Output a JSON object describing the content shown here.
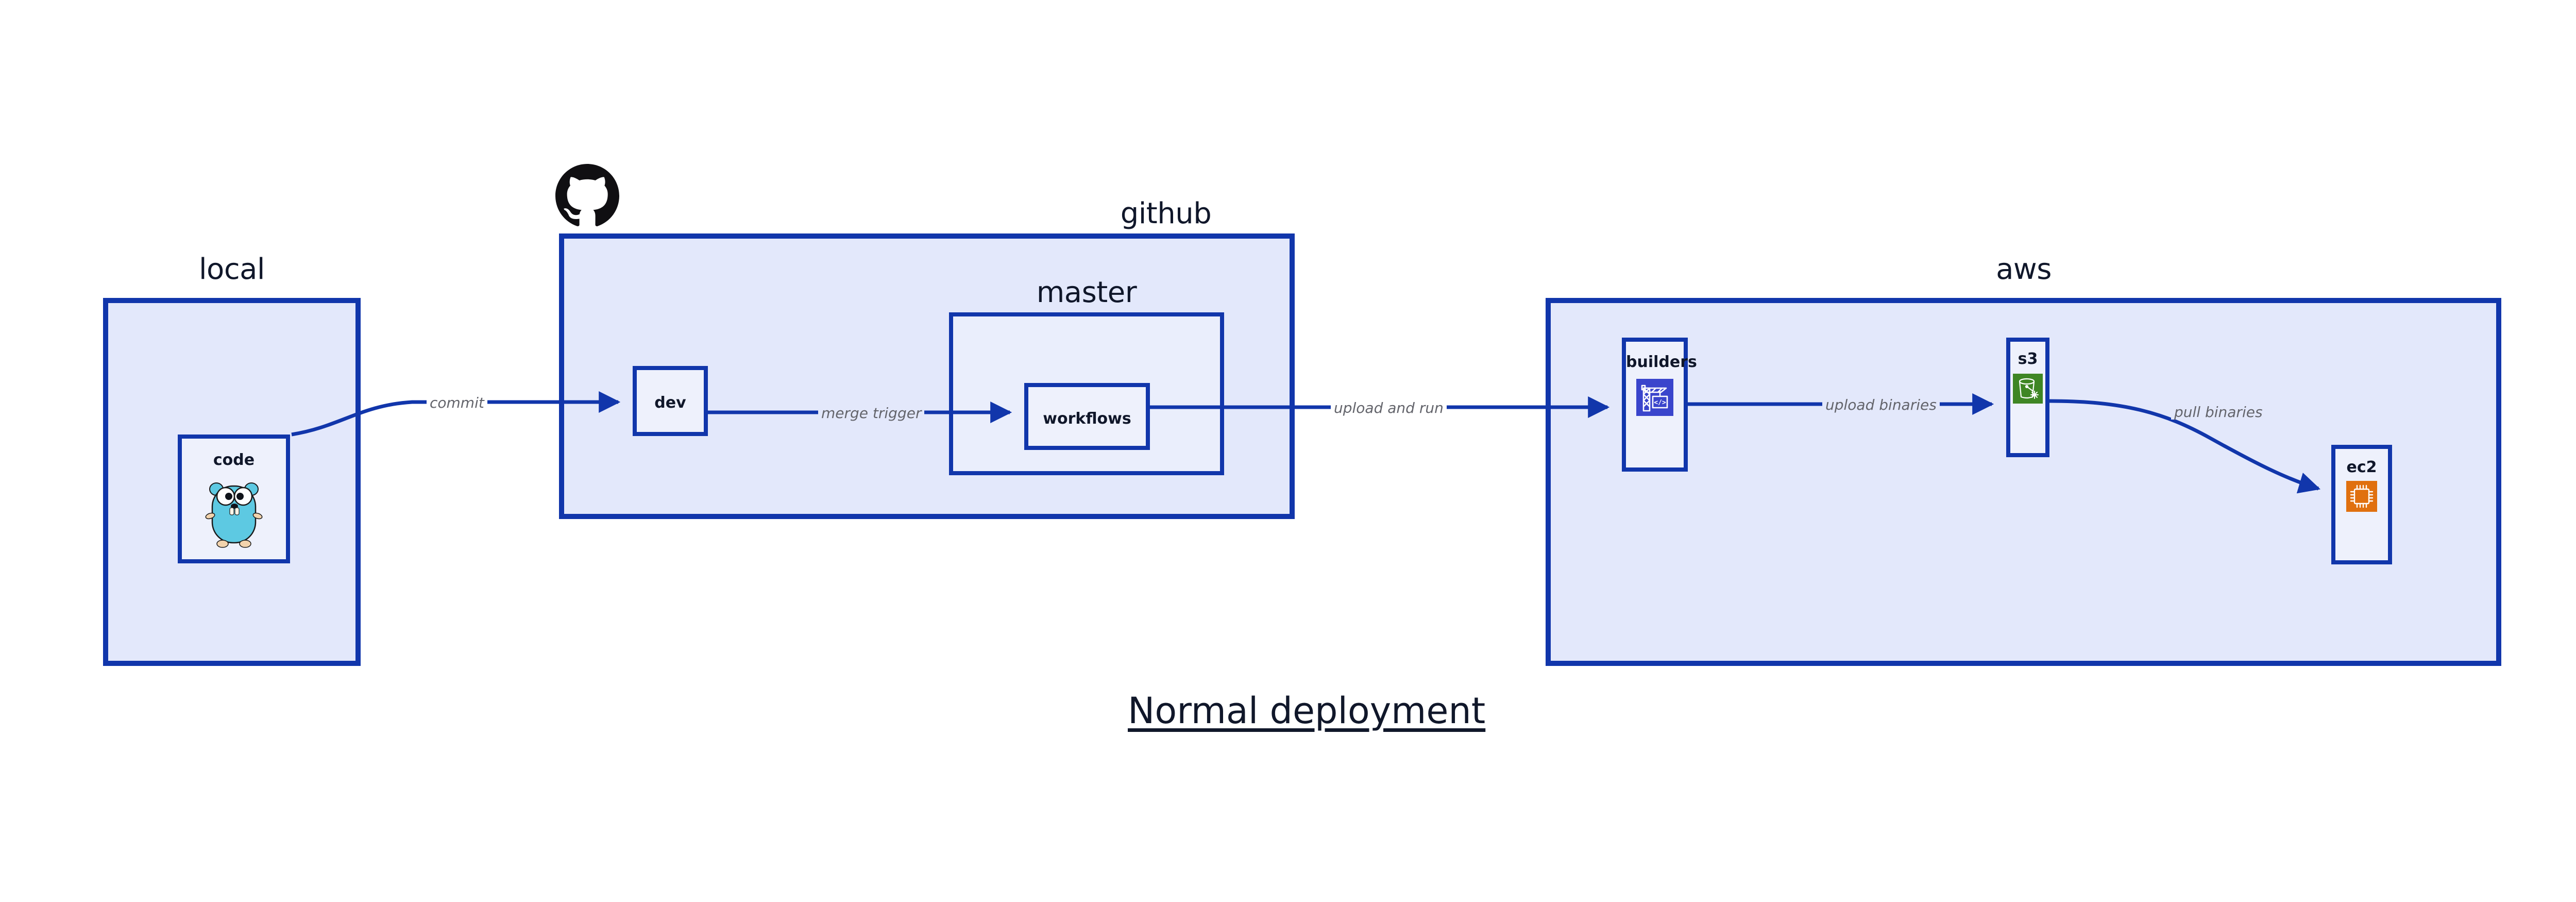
{
  "diagram": {
    "title": "Normal deployment",
    "zones": [
      {
        "id": "local",
        "label": "local"
      },
      {
        "id": "github",
        "label": "github"
      },
      {
        "id": "aws",
        "label": "aws"
      }
    ],
    "subzones": [
      {
        "id": "master",
        "label": "master",
        "parent": "github"
      }
    ],
    "nodes": [
      {
        "id": "code",
        "label": "code",
        "icon": "go-gopher-icon",
        "zone": "local"
      },
      {
        "id": "dev",
        "label": "dev",
        "icon": "none",
        "zone": "github"
      },
      {
        "id": "workflows",
        "label": "workflows",
        "icon": "none",
        "zone": "master"
      },
      {
        "id": "builders",
        "label": "builders",
        "icon": "aws-crane-icon",
        "zone": "aws"
      },
      {
        "id": "s3",
        "label": "s3",
        "icon": "aws-s3-bucket-icon",
        "zone": "aws"
      },
      {
        "id": "ec2",
        "label": "ec2",
        "icon": "aws-ec2-chip-icon",
        "zone": "aws"
      }
    ],
    "edges": [
      {
        "id": "commit",
        "from": "code",
        "to": "dev",
        "label": "commit"
      },
      {
        "id": "merge-trigger",
        "from": "dev",
        "to": "workflows",
        "label": "merge trigger"
      },
      {
        "id": "upload-and-run",
        "from": "workflows",
        "to": "builders",
        "label": "upload and run"
      },
      {
        "id": "upload-binaries",
        "from": "builders",
        "to": "s3",
        "label": "upload binaries"
      },
      {
        "id": "pull-binaries",
        "from": "s3",
        "to": "ec2",
        "label": "pull binaries"
      }
    ],
    "brand_icons": [
      {
        "id": "github-logo",
        "name": "github-mark-icon"
      }
    ],
    "colors": {
      "stroke": "#1136ab",
      "zone_fill": "#e3e8fb",
      "subzone_fill": "#eaeefc",
      "node_fill": "#eef1fc",
      "text": "#10172a",
      "edge_label": "#63646b",
      "aws_builders": "#3a45cc",
      "aws_s3": "#3f8624",
      "aws_ec2": "#e0700f",
      "gopher": "#5dc9e2",
      "background": "#ffffff"
    }
  }
}
